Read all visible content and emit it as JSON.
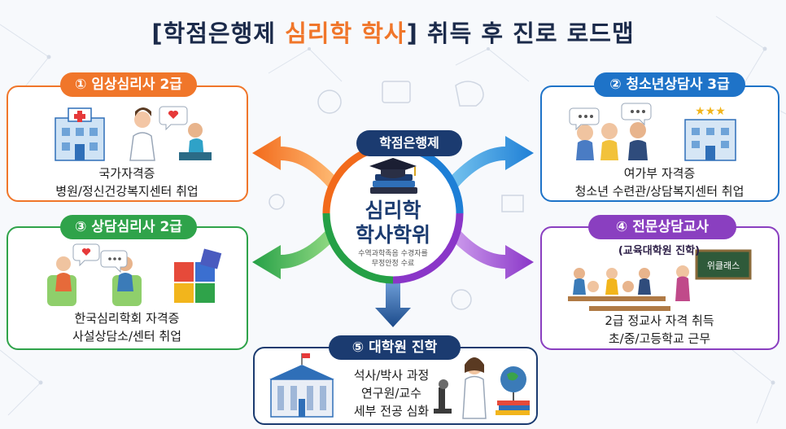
{
  "title": {
    "part1": "[학점은행제 ",
    "highlight": "심리학 학사",
    "part2": "] 취득 후 진로 로드맵"
  },
  "center": {
    "top_label": "학점은행제",
    "main_line1": "심리학",
    "main_line2": "학사학위",
    "sub_line1": "수역과학족음 수경자를",
    "sub_line2": "무정안정 수료"
  },
  "cards": [
    {
      "badge": "① 임상심리사 2급",
      "lines": [
        "국가자격증",
        "병원/정신건강복지센터 취업"
      ],
      "color": "#f0762a"
    },
    {
      "badge": "② 청소년상담사 3급",
      "lines": [
        "여가부 자격증",
        "청소년 수련관/상담복지센터 취업"
      ],
      "color": "#1e73c8"
    },
    {
      "badge": "③ 상담심리사 2급",
      "lines": [
        "한국심리학회 자격증",
        "사설상담소/센터 취업"
      ],
      "color": "#2fa34a"
    },
    {
      "badge": "④ 전문상담교사",
      "sub": "(교육대학원 진학)",
      "lines": [
        "2급 정교사 자격 취득",
        "초/중/고등학교 근무"
      ],
      "color": "#8a3fc0",
      "board_text": "위클래스"
    },
    {
      "badge": "⑤ 대학원 진학",
      "lines": [
        "석사/박사 과정",
        "연구원/교수",
        "세부 전공 심화"
      ],
      "color": "#1b3b70"
    }
  ],
  "icon_names": [
    "hospital-icon",
    "doctor-patient-icon",
    "teens-chat-icon",
    "stars-building-icon",
    "counseling-chairs-icon",
    "puzzle-icon",
    "classroom-icon",
    "university-icon",
    "scientist-icon"
  ]
}
